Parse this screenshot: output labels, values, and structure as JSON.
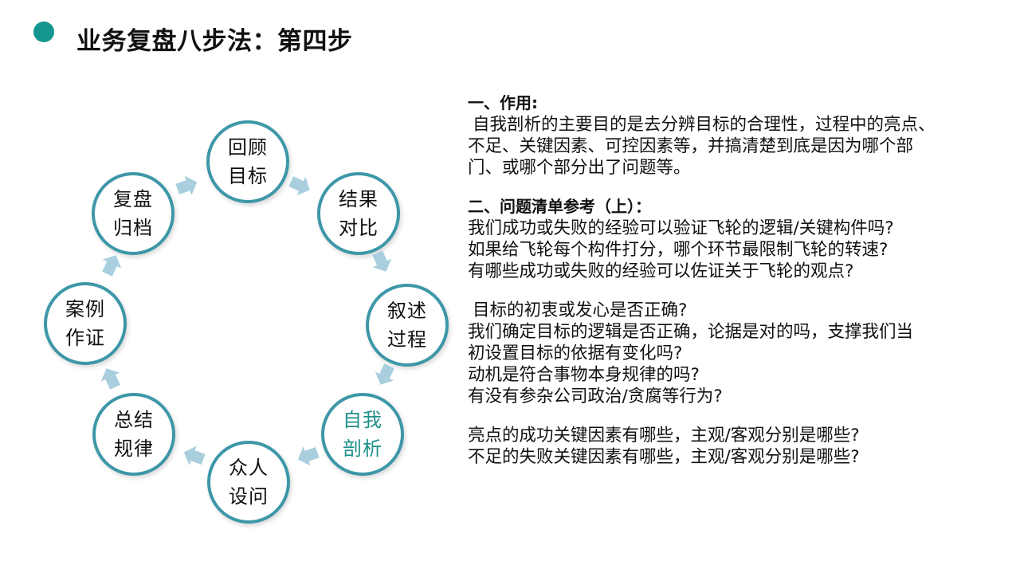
{
  "header": {
    "title": "业务复盘八步法：第四步",
    "bullet_color": "#139690"
  },
  "diagram": {
    "type": "cycle",
    "circle_border_color": "#3d97a8",
    "arrow_color": "#a9cfdf",
    "active_text_color": "#1f8f8a",
    "nodes": [
      {
        "line1": "回顾",
        "line2": "目标",
        "active": false
      },
      {
        "line1": "结果",
        "line2": "对比",
        "active": false
      },
      {
        "line1": "叙述",
        "line2": "过程",
        "active": false
      },
      {
        "line1": "自我",
        "line2": "剖析",
        "active": true
      },
      {
        "line1": "众人",
        "line2": "设问",
        "active": false
      },
      {
        "line1": "总结",
        "line2": "规律",
        "active": false
      },
      {
        "line1": "案例",
        "line2": "作证",
        "active": false
      },
      {
        "line1": "复盘",
        "line2": "归档",
        "active": false
      }
    ]
  },
  "content": {
    "section1": {
      "heading": "一、作用:",
      "lines": [
        "自我剖析的主要目的是去分辨目标的合理性，过程中的亮点、",
        "不足、关键因素、可控因素等，并搞清楚到底是因为哪个部",
        "门、或哪个部分出了问题等。"
      ]
    },
    "section2": {
      "heading": "二、问题清单参考（上）：",
      "group1": [
        "我们成功或失败的经验可以验证飞轮的逻辑/关键构件吗?",
        "如果给飞轮每个构件打分，哪个环节最限制飞轮的转速?",
        "有哪些成功或失败的经验可以佐证关于飞轮的观点?"
      ],
      "group2": [
        "目标的初衷或发心是否正确?",
        "我们确定目标的逻辑是否正确，论据是对的吗，支撑我们当",
        "初设置目标的依据有变化吗?",
        "动机是符合事物本身规律的吗?",
        "有没有参杂公司政治/贪腐等行为?"
      ],
      "group3": [
        "亮点的成功关键因素有哪些，主观/客观分别是哪些?",
        "不足的失败关键因素有哪些，主观/客观分别是哪些?"
      ]
    }
  }
}
